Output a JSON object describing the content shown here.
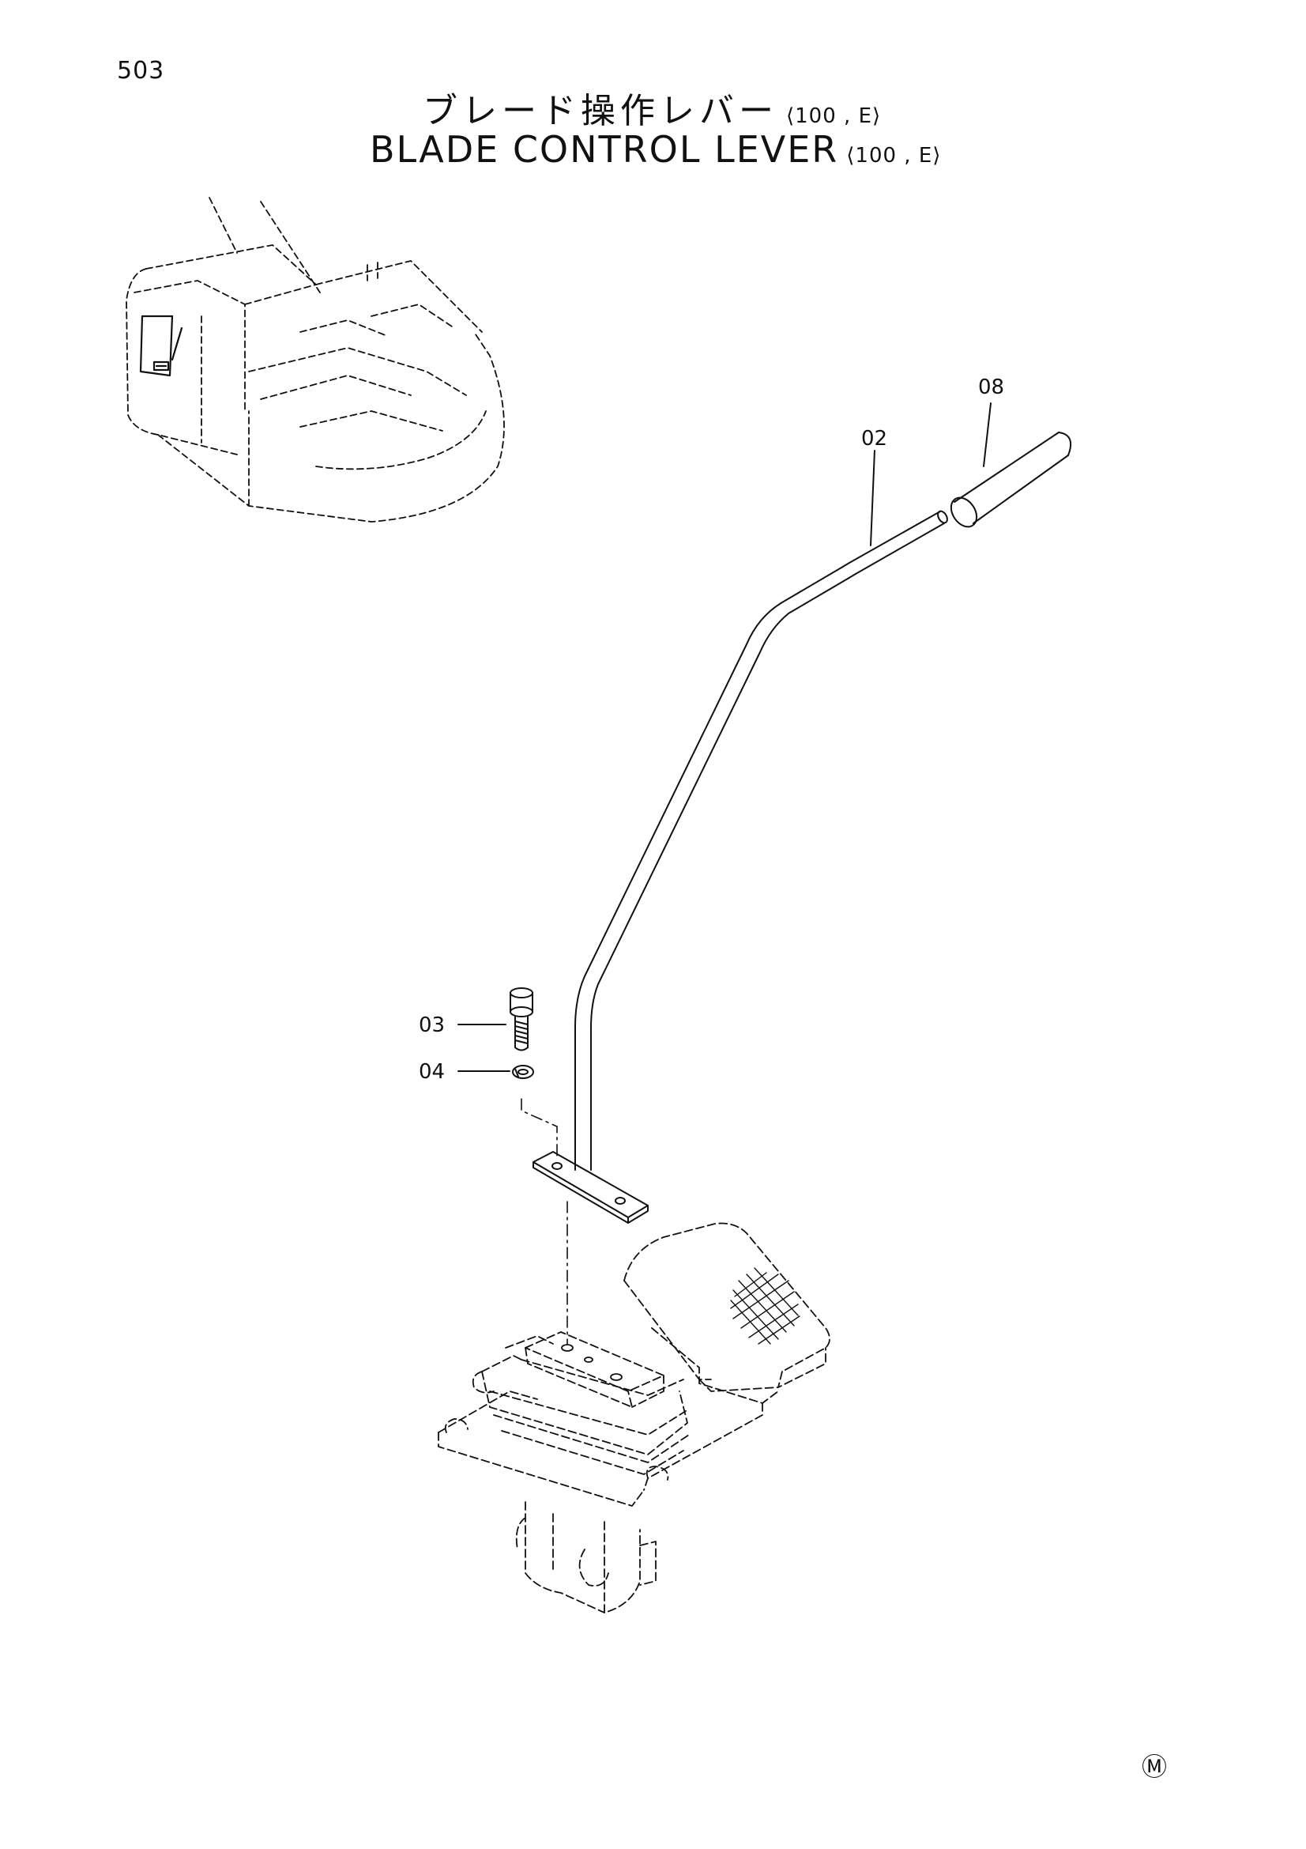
{
  "page": {
    "number": "503"
  },
  "title": {
    "japanese": "ブレード操作レバー",
    "english": "BLADE CONTROL LEVER",
    "variant": "⟨100 , E⟩"
  },
  "parts": [
    {
      "id": "02",
      "label": "02"
    },
    {
      "id": "03",
      "label": "03"
    },
    {
      "id": "04",
      "label": "04"
    },
    {
      "id": "08",
      "label": "08"
    }
  ],
  "footer": {
    "mark": "Ⓜ"
  },
  "colors": {
    "line": "#111111",
    "background": "#ffffff"
  }
}
